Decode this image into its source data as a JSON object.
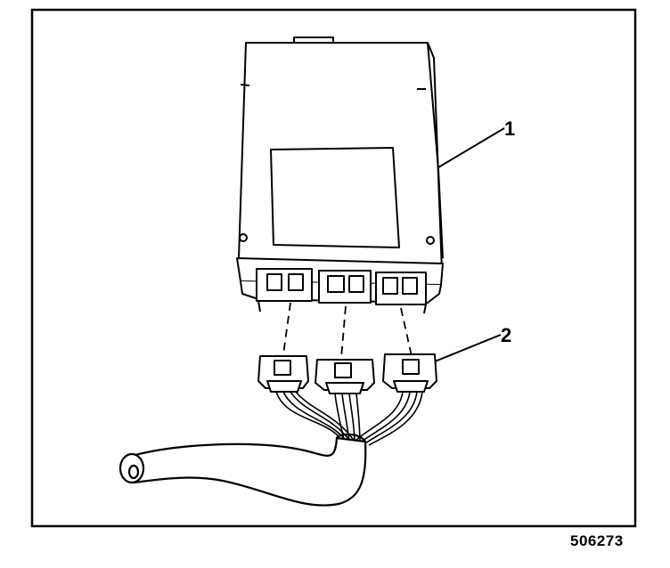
{
  "callouts": {
    "module_number": "1",
    "connectors_number": "2"
  },
  "figure_id": "506273",
  "colors": {
    "line": "#000000",
    "paper": "#ffffff"
  }
}
